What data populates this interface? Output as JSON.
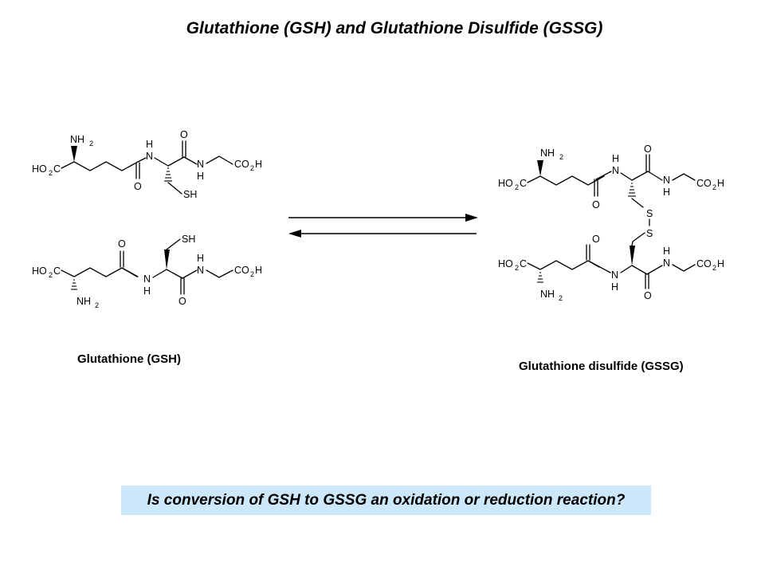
{
  "title": "Glutathione (GSH) and Glutathione Disulfide (GSSG)",
  "captions": {
    "gsh": "Glutathione  (GSH)",
    "gssg": "Glutathione  disulfide  (GSSG)"
  },
  "question": "Is conversion of GSH to GSSG an oxidation or reduction reaction?",
  "atom_labels": {
    "HO": "HO",
    "two": "2",
    "C": "C",
    "NH": "NH",
    "N": "N",
    "H": "H",
    "O": "O",
    "CO": "CO",
    "SH": "SH",
    "S": "S"
  },
  "colors": {
    "question_background": "#cce8fa",
    "ink": "#000000"
  }
}
